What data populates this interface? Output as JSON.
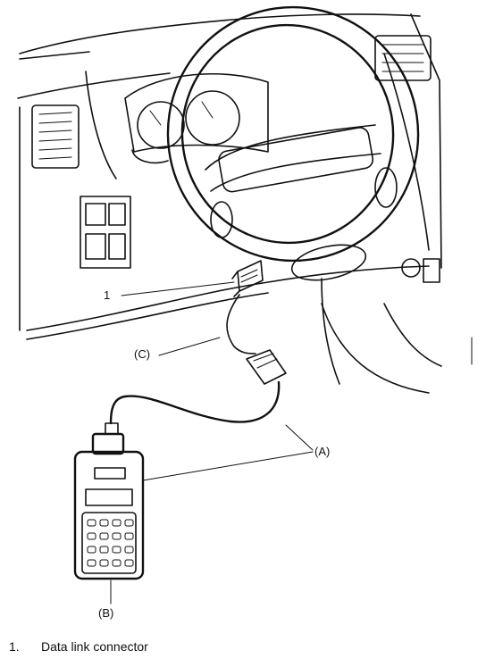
{
  "labels": {
    "one": "1",
    "c": "(C)",
    "a": "(A)",
    "b": "(B)"
  },
  "caption": {
    "number": "1.",
    "text": "Data link connector"
  },
  "icons": [
    "steering-wheel-icon",
    "scan-tool-icon",
    "data-link-connector-icon",
    "cable-icon"
  ]
}
